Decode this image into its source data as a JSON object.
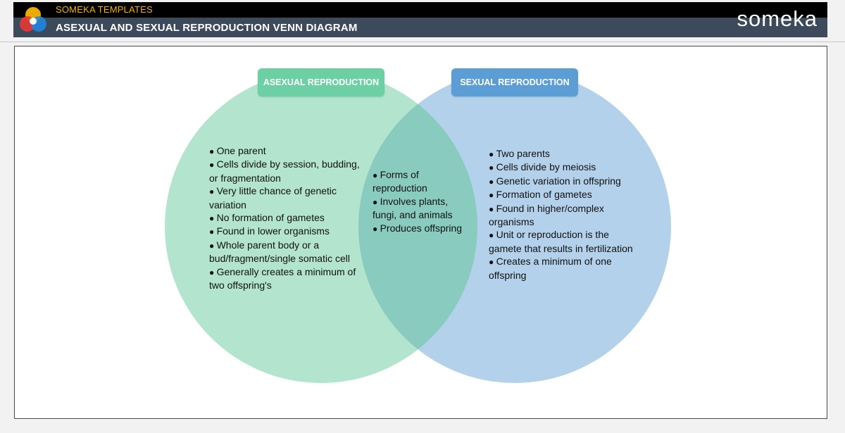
{
  "header": {
    "brand_small": "SOMEKA TEMPLATES",
    "title": "ASEXUAL AND SEXUAL REPRODUCTION VENN DIAGRAM",
    "wordmark": "someka"
  },
  "colors": {
    "header_bg": "#3d4a5c",
    "brand_accent": "#f4b400",
    "left_circle": "#b2e4ce",
    "right_circle": "#b3d1ea",
    "overlap": "#8acbbf",
    "left_tag": "#6dd0a4",
    "right_tag": "#5c9dd6"
  },
  "venn": {
    "left": {
      "label": "ASEXUAL REPRODUCTION",
      "items": [
        "One parent",
        "Cells divide by session, budding, or fragmentation",
        "Very little chance of genetic variation",
        "No formation of gametes",
        "Found in lower organisms",
        "Whole parent body or a bud/fragment/single somatic cell",
        "Generally creates a minimum of two offspring's"
      ]
    },
    "center": {
      "items": [
        "Forms of reproduction",
        "Involves plants, fungi, and animals",
        "Produces offspring"
      ]
    },
    "right": {
      "label": "SEXUAL REPRODUCTION",
      "items": [
        "Two parents",
        "Cells divide by meiosis",
        "Genetic variation in offspring",
        "Formation of gametes",
        "Found in higher/complex organisms",
        "Unit or reproduction is the gamete that results in fertilization",
        "Creates a minimum of one offspring"
      ]
    }
  }
}
